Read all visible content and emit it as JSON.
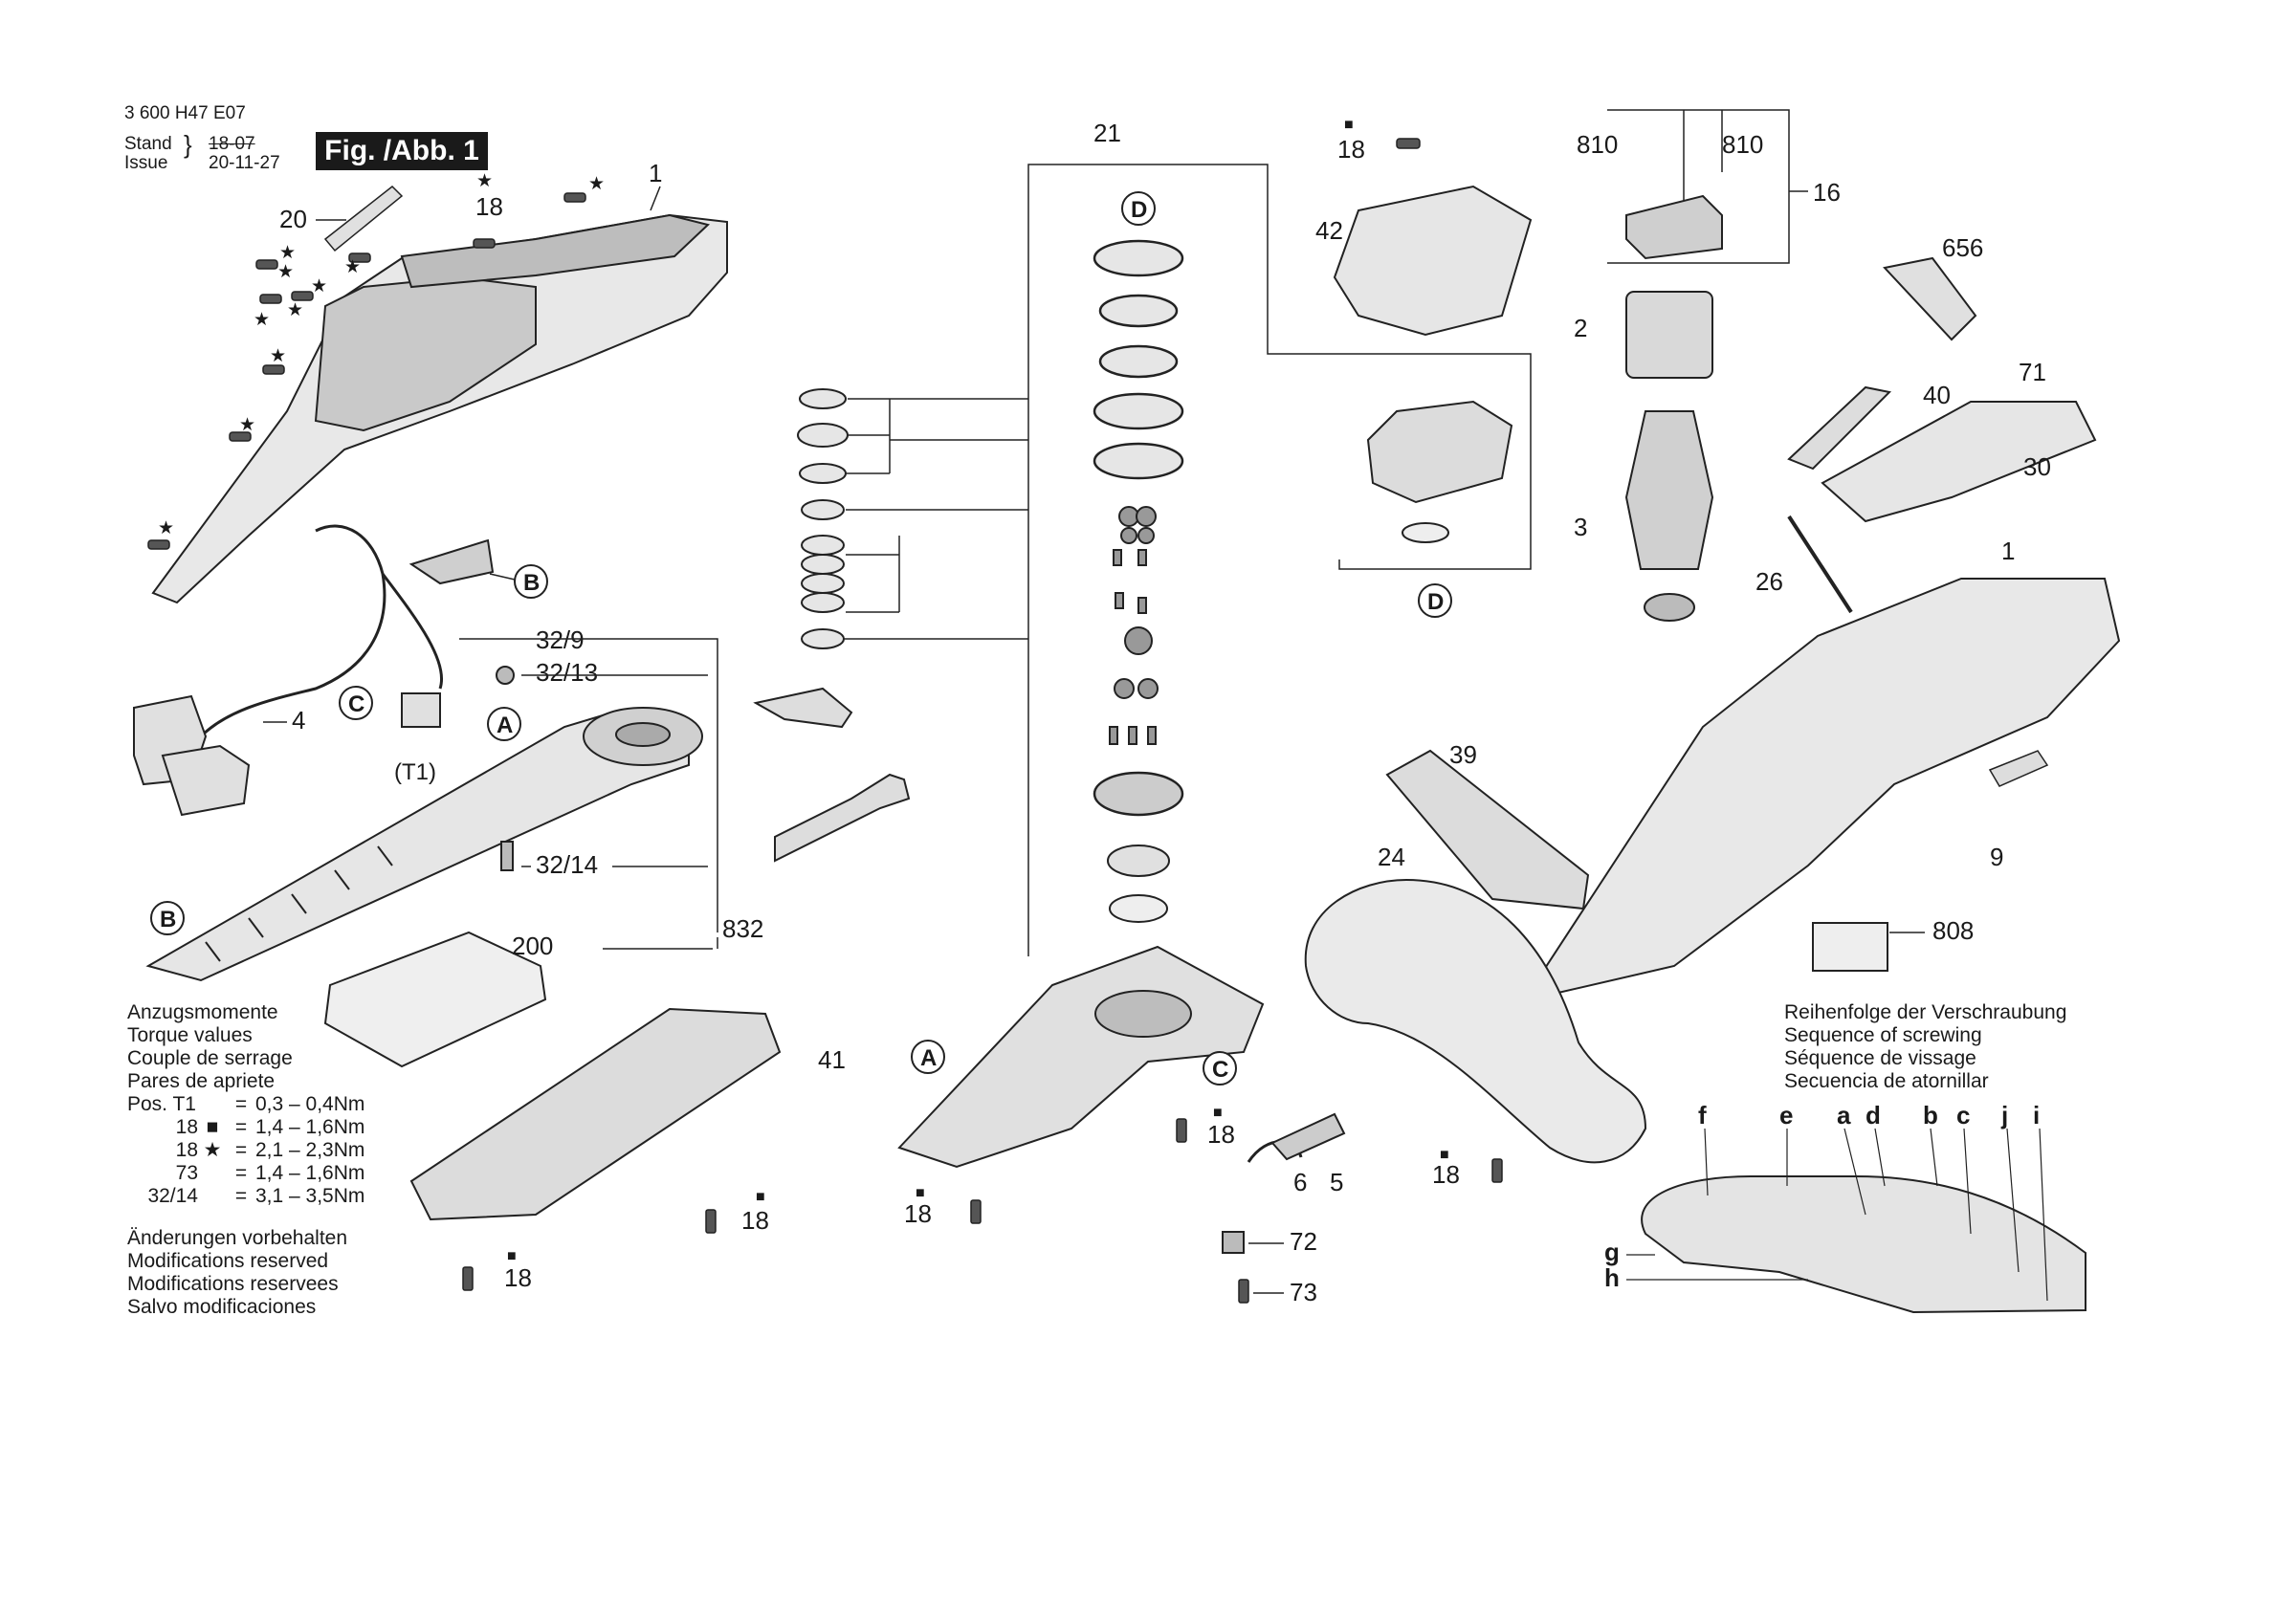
{
  "header": {
    "doc_number": "3 600 H47 E07",
    "stand_label": "Stand",
    "issue_label": "Issue",
    "stand_date": "18-07",
    "issue_date": "20-11-27",
    "figure_label": "Fig. /Abb. 1"
  },
  "torque_block": {
    "lines": [
      "Anzugsmomente",
      "Torque values",
      "Couple de serrage",
      "Pares de apriete"
    ],
    "rows": [
      {
        "pos": "Pos. T1",
        "sym": "",
        "eq": "=",
        "val": "0,3 – 0,4Nm"
      },
      {
        "pos": "18",
        "sym": "■",
        "eq": "=",
        "val": "1,4 – 1,6Nm"
      },
      {
        "pos": "18",
        "sym": "★",
        "eq": "=",
        "val": "2,1 – 2,3Nm"
      },
      {
        "pos": "73",
        "sym": "",
        "eq": "=",
        "val": "1,4 – 1,6Nm"
      },
      {
        "pos": "32/14",
        "sym": "",
        "eq": "=",
        "val": "3,1 – 3,5Nm"
      }
    ]
  },
  "modifications_block": {
    "lines": [
      "Änderungen vorbehalten",
      "Modifications reserved",
      "Modifications reservees",
      "Salvo modificaciones"
    ]
  },
  "screwing_block": {
    "lines": [
      "Reihenfolge der Verschraubung",
      "Sequence of screwing",
      "Séquence de vissage",
      "Secuencia de atornillar"
    ],
    "letters": [
      "f",
      "e",
      "a",
      "d",
      "b",
      "c",
      "j",
      "i",
      "g",
      "h"
    ]
  },
  "part_labels": {
    "p1": "1",
    "p1b": "1",
    "p2": "2",
    "p3": "3",
    "p4": "4",
    "p5": "5",
    "p6": "6",
    "p9": "9",
    "p16": "16",
    "p18": "18",
    "p20": "20",
    "p21": "21",
    "p24": "24",
    "p26": "26",
    "p30": "30",
    "p39": "39",
    "p40": "40",
    "p41": "41",
    "p42": "42",
    "p71": "71",
    "p72": "72",
    "p73": "73",
    "p200": "200",
    "p656": "656",
    "p808": "808",
    "p810": "810",
    "p832": "832",
    "p32_9": "32/9",
    "p32_13": "32/13",
    "p32_14": "32/14",
    "pT1": "(T1)"
  },
  "ref_markers": {
    "a": "A",
    "b": "B",
    "c": "C",
    "d": "D"
  },
  "symbols": {
    "square": "■",
    "star": "★"
  },
  "colors": {
    "ink": "#1a1a1a",
    "line": "#222222",
    "part_fill": "#e6e6e6",
    "part_dark": "#9a9a9a"
  }
}
